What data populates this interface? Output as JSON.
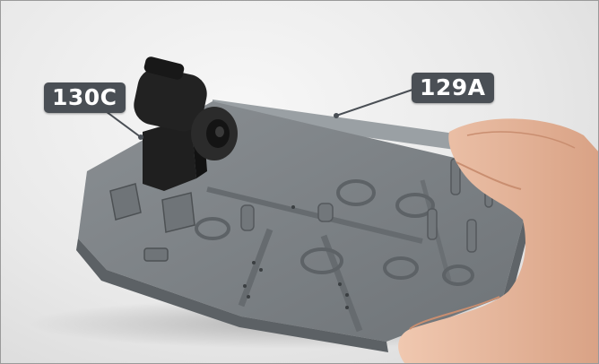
{
  "callouts": [
    {
      "id": "130c",
      "text": "130C"
    },
    {
      "id": "129a",
      "text": "129A"
    }
  ],
  "colors": {
    "callout_bg": "#4a4f55",
    "part_grey": "#7c8185",
    "part_black": "#1c1c1c",
    "skin": "#e6b89e"
  }
}
